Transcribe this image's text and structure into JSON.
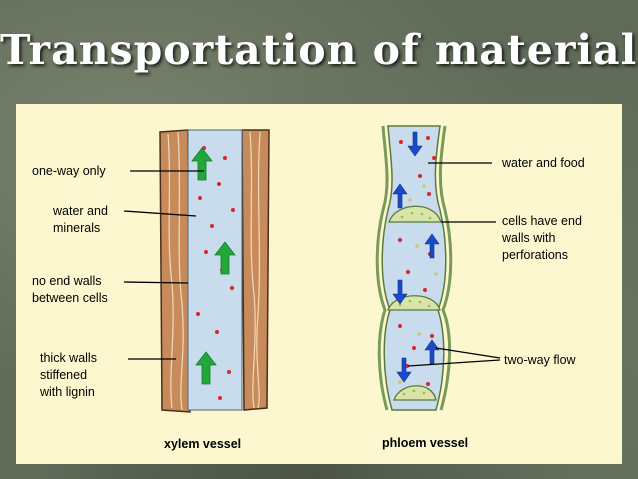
{
  "title": "Transportation of materials",
  "xylem": {
    "caption": "xylem vessel",
    "labels": {
      "one_way": "one-way only",
      "water_minerals": [
        "water and",
        "minerals"
      ],
      "no_end_walls": [
        "no end walls",
        "between cells"
      ],
      "thick_walls": [
        "thick walls",
        "stiffened",
        "with lignin"
      ]
    }
  },
  "phloem": {
    "caption": "phloem vessel",
    "labels": {
      "water_food": "water and food",
      "end_walls": [
        "cells have end",
        "walls with",
        "perforations"
      ],
      "two_way": "two-way flow"
    }
  },
  "colors": {
    "panel": "#fdf7d0",
    "wall": "#c78a5a",
    "lumen": "#c9dced",
    "up_arrow_xylem": "#22a83a",
    "phloem_arrow": "#1a49c9",
    "particle": "#d8262a",
    "sieve_plate": "#d8e4a8"
  },
  "icons": [
    "green-up-arrow-icon",
    "blue-up-arrow-icon",
    "blue-down-arrow-icon"
  ]
}
